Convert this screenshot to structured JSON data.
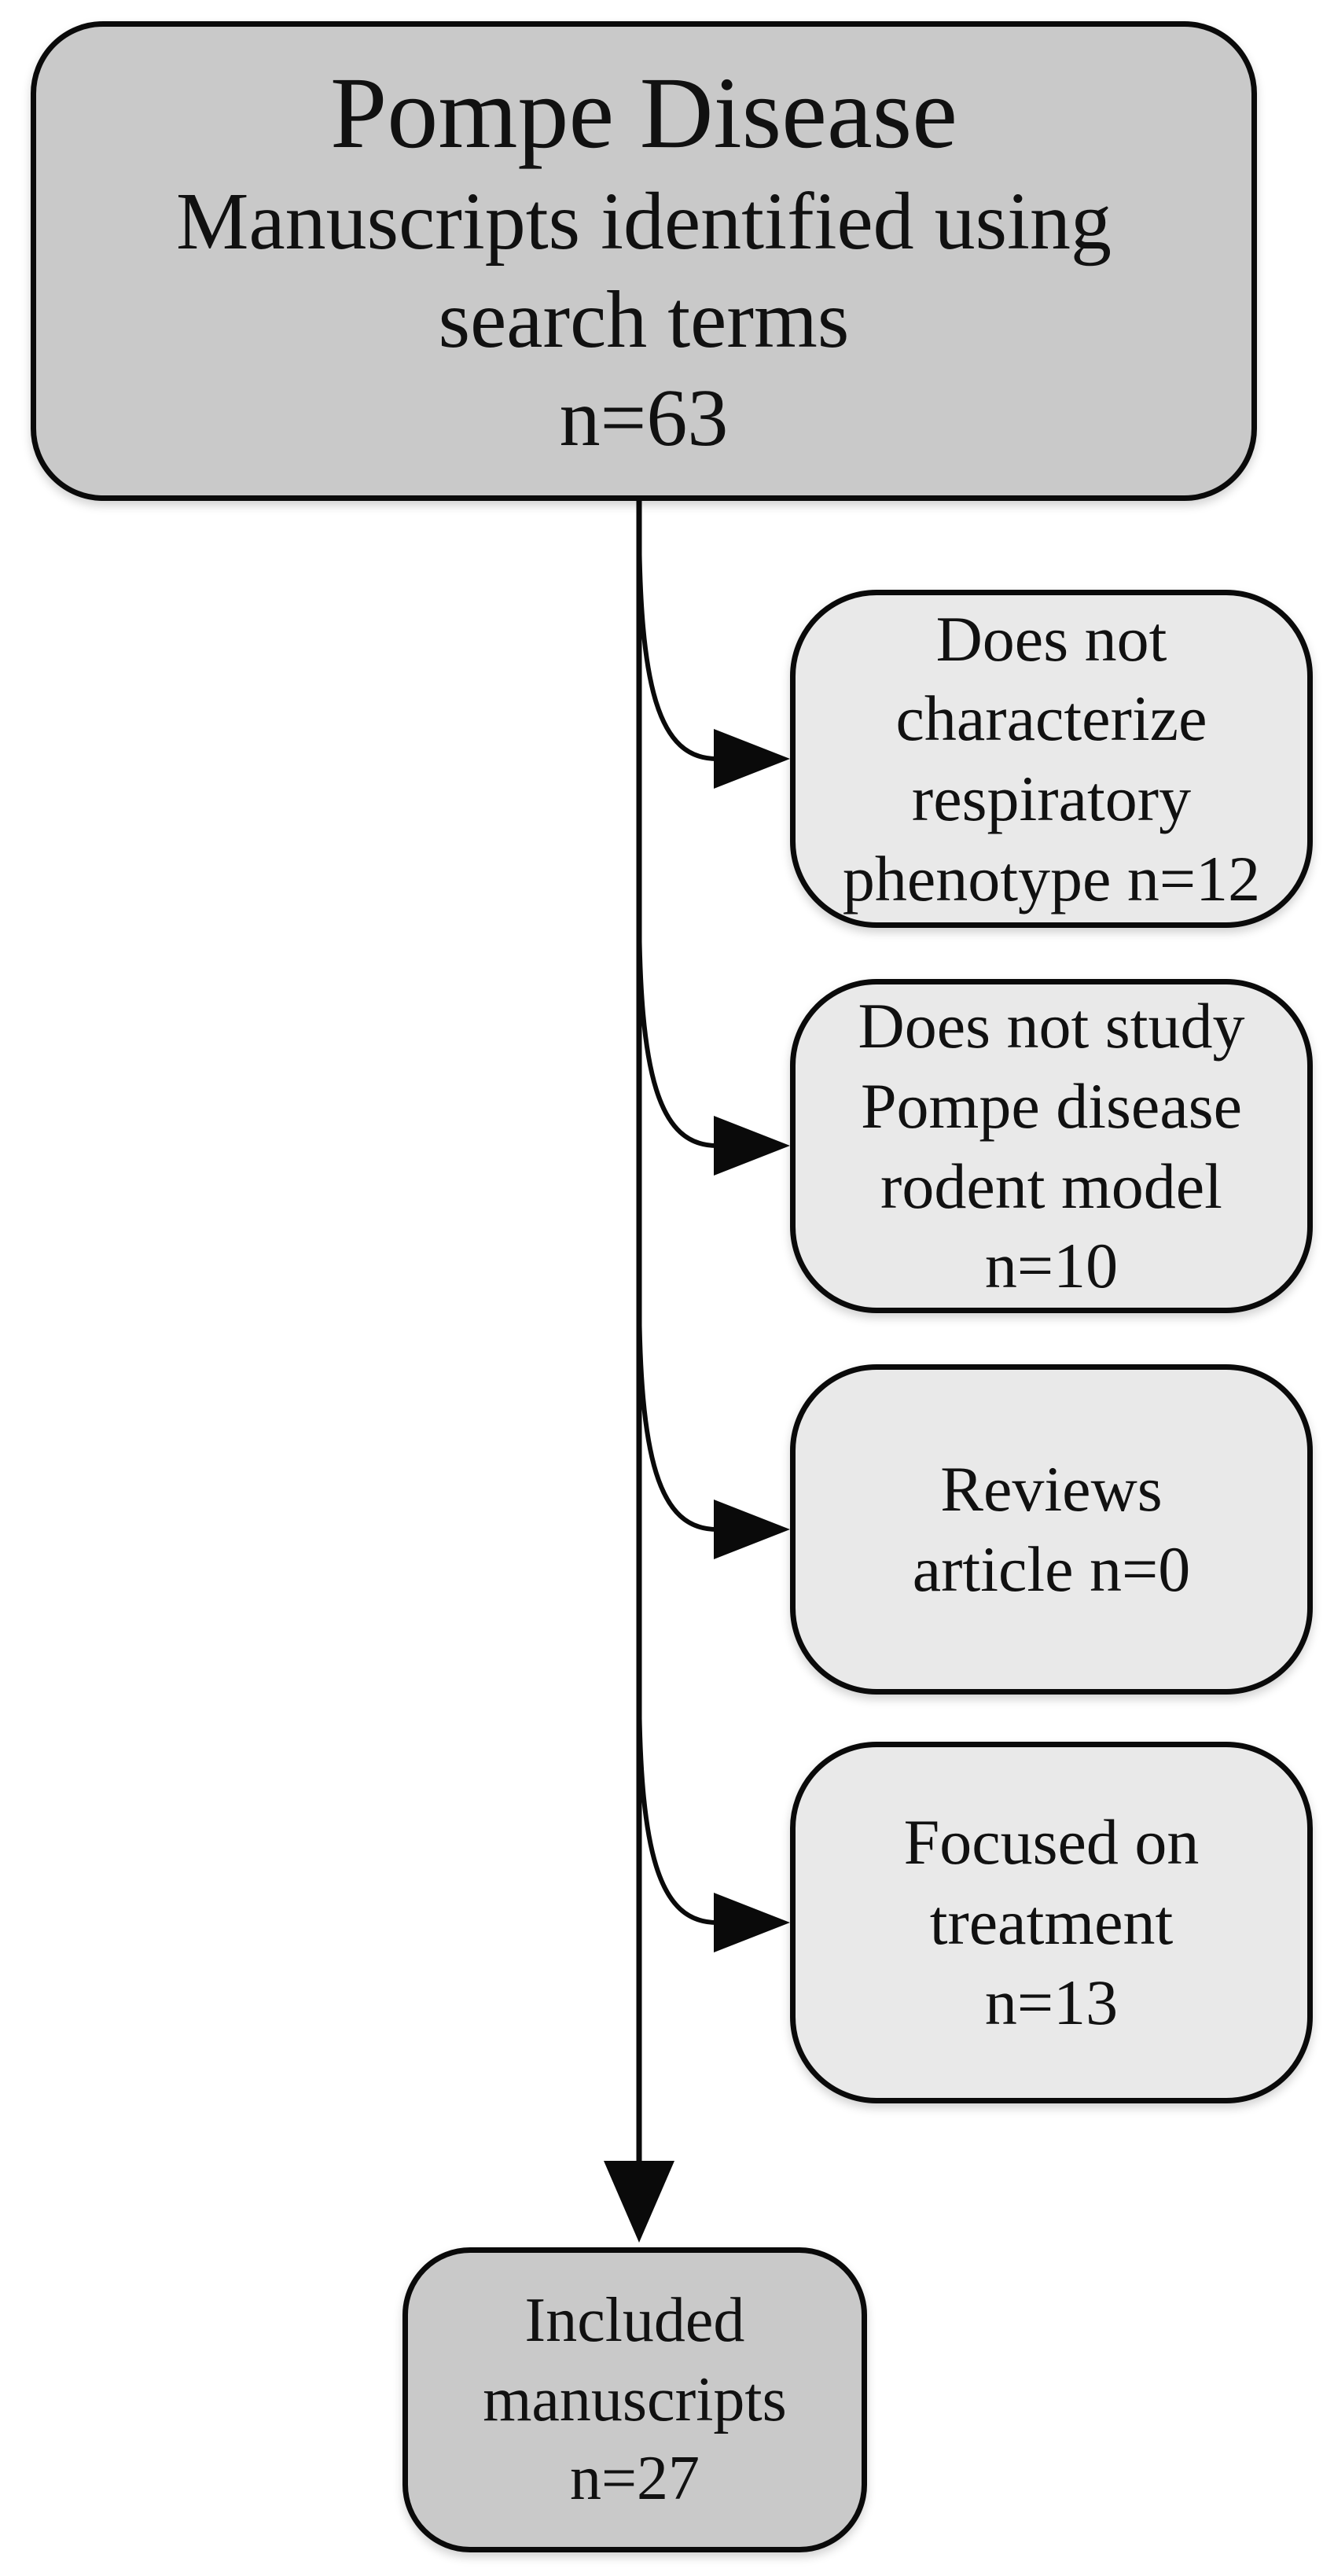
{
  "flowchart": {
    "colors": {
      "canvas_bg": "#ffffff",
      "primary_fill": "#c9c9c9",
      "secondary_fill": "#e9e9e9",
      "stroke": "#0a0a0a",
      "text": "#111111"
    },
    "source_box": {
      "title": "Pompe Disease",
      "lines": [
        "Manuscripts identified using",
        "search terms",
        "n=63"
      ]
    },
    "exclusion_boxes": [
      {
        "lines": [
          "Does not",
          "characterize",
          "respiratory",
          "phenotype n=12"
        ]
      },
      {
        "lines": [
          "Does not study",
          "Pompe disease",
          "rodent model",
          "n=10"
        ]
      },
      {
        "lines": [
          "Reviews",
          "article n=0"
        ]
      },
      {
        "lines": [
          "Focused on",
          "treatment",
          "n=13"
        ]
      }
    ],
    "included_box": {
      "lines": [
        "Included",
        "manuscripts",
        "n=27"
      ]
    }
  }
}
